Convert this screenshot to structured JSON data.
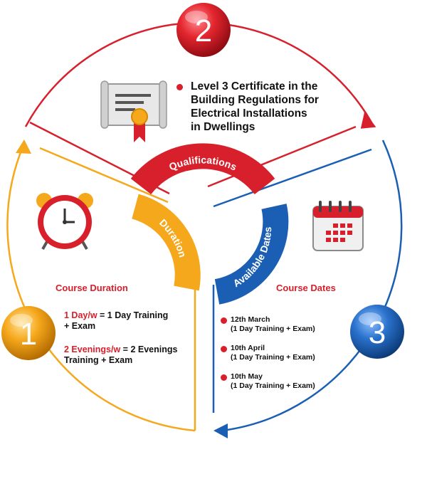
{
  "qualifications": {
    "label": "Qualifications",
    "number": "2",
    "lines": [
      "Level 3 Certificate in the",
      "Building Regulations for",
      "Electrical Installations",
      "in Dwellings"
    ]
  },
  "duration": {
    "label": "Duration",
    "number": "1",
    "heading": "Course Duration",
    "items": [
      {
        "highlight": "1 Day/w",
        "rest1": " = 1 Day Training",
        "rest2": "+ Exam"
      },
      {
        "highlight": "2 Evenings/w",
        "rest1": " = 2 Evenings",
        "rest2": "Training + Exam"
      }
    ]
  },
  "dates": {
    "label": "Available Dates",
    "number": "3",
    "heading": "Course Dates",
    "items": [
      {
        "date": "12th March",
        "detail": "(1 Day Training + Exam)"
      },
      {
        "date": "10th April",
        "detail": "(1 Day Training + Exam)"
      },
      {
        "date": "10th May",
        "detail": "(1 Day Training + Exam)"
      }
    ]
  },
  "colors": {
    "red": "#d7202b",
    "yellow": "#f5a81c",
    "blue": "#1a5fb4"
  },
  "icons": [
    "certificate-icon",
    "alarm-clock-icon",
    "calendar-icon"
  ]
}
